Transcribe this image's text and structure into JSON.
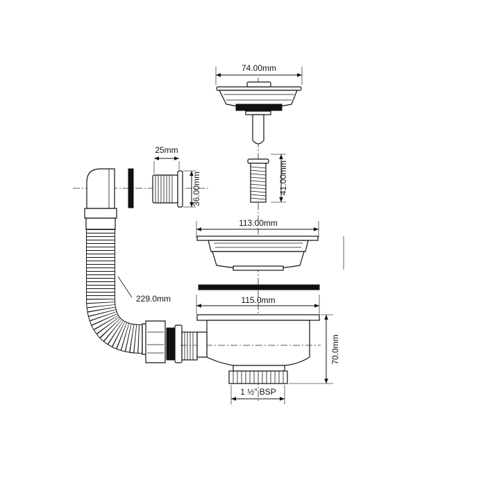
{
  "dimensions": {
    "strainer_width": "74.00mm",
    "connector_length": "25mm",
    "connector_diameter": "36.00mm",
    "screw_length": "41.00mm",
    "flange_width": "113.00mm",
    "hose_length": "229.0mm",
    "body_width": "115.0mm",
    "body_height": "70.0mm",
    "thread_size": "1 ½\" BSP"
  },
  "colors": {
    "line": "#111111",
    "background": "#ffffff"
  }
}
